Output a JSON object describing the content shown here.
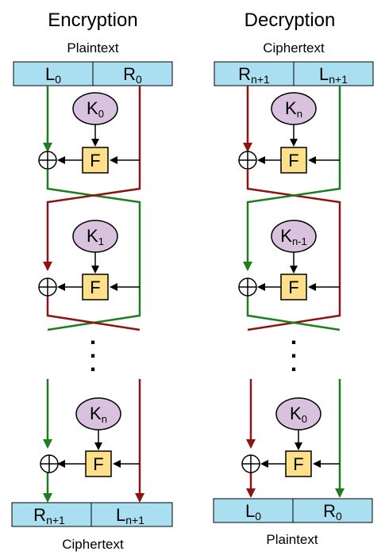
{
  "encryption": {
    "title": "Encryption",
    "input_label": "Plaintext",
    "input_left": {
      "base": "L",
      "sub": "0"
    },
    "input_right": {
      "base": "R",
      "sub": "0"
    },
    "rounds": [
      {
        "key": {
          "base": "K",
          "sub": "0"
        },
        "f": "F"
      },
      {
        "key": {
          "base": "K",
          "sub": "1"
        },
        "f": "F"
      },
      {
        "key": {
          "base": "K",
          "sub": "n"
        },
        "f": "F"
      }
    ],
    "output_left": {
      "base": "R",
      "sub": "n+1"
    },
    "output_right": {
      "base": "L",
      "sub": "n+1"
    },
    "output_label": "Ciphertext"
  },
  "decryption": {
    "title": "Decryption",
    "input_label": "Ciphertext",
    "input_left": {
      "base": "R",
      "sub": "n+1"
    },
    "input_right": {
      "base": "L",
      "sub": "n+1"
    },
    "rounds": [
      {
        "key": {
          "base": "K",
          "sub": "n"
        },
        "f": "F"
      },
      {
        "key": {
          "base": "K",
          "sub": "n-1"
        },
        "f": "F"
      },
      {
        "key": {
          "base": "K",
          "sub": "0"
        },
        "f": "F"
      }
    ],
    "output_left": {
      "base": "L",
      "sub": "0"
    },
    "output_right": {
      "base": "R",
      "sub": "0"
    },
    "output_label": "Plaintext"
  },
  "ellipsis": ".",
  "colors": {
    "cell_fill": "#a9dff0",
    "key_fill": "#d9c2dd",
    "f_fill": "#ffe08a",
    "green": "#1e7d1e",
    "red": "#8e1414",
    "black": "#000000"
  }
}
